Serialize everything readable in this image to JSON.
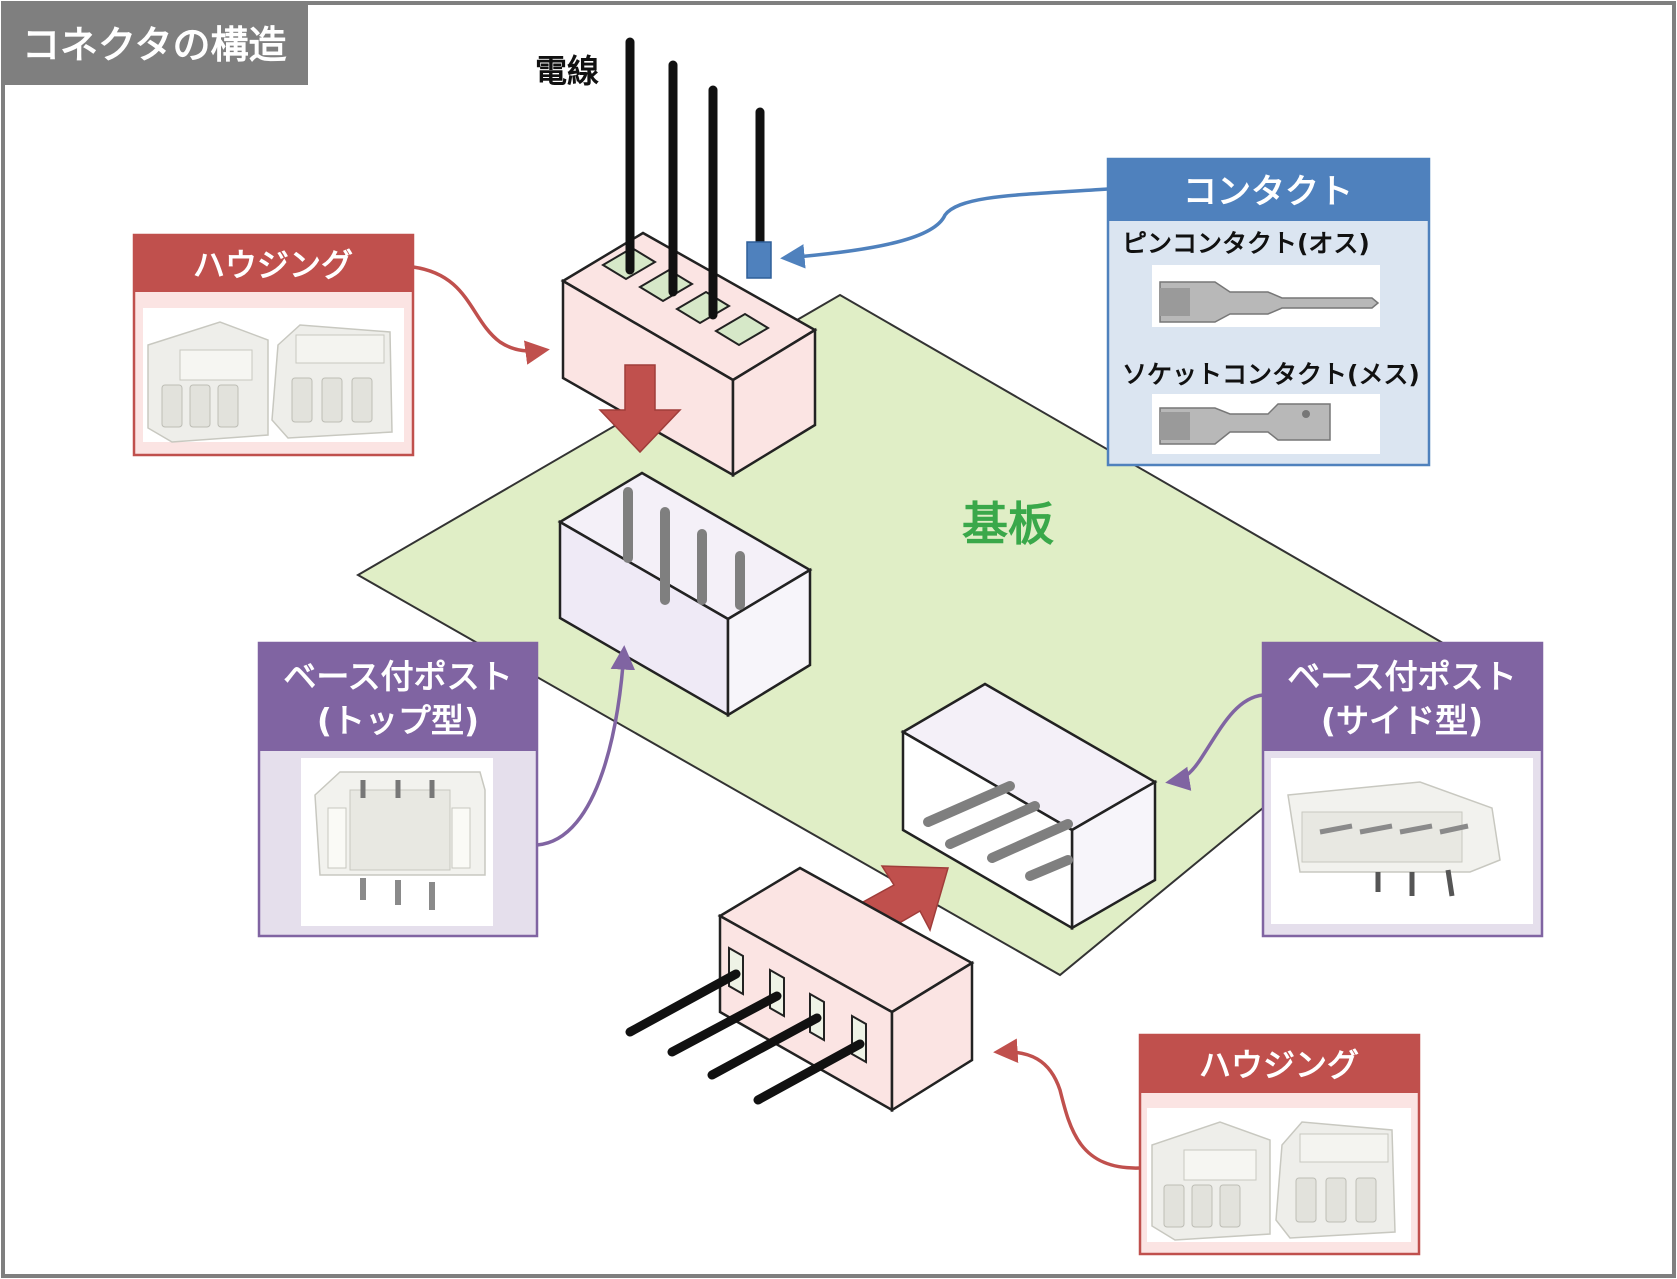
{
  "title": "コネクタの構造",
  "labels": {
    "wire": "電線",
    "board": "基板",
    "housing_top": "ハウジング",
    "housing_bottom": "ハウジング",
    "contact": {
      "header": "コンタクト",
      "pin": "ピンコンタクト(オス)",
      "socket": "ソケットコンタクト(メス)"
    },
    "post_top": {
      "line1": "ベース付ポスト",
      "line2": "(トップ型)"
    },
    "post_side": {
      "line1": "ベース付ポスト",
      "line2": "(サイド型)"
    }
  },
  "colors": {
    "title_bg": "#7f7f7f",
    "housing_red": "#c0504d",
    "housing_fill": "#fbe4e3",
    "contact_blue": "#4f81bd",
    "contact_fill": "#dbe5f1",
    "post_purple": "#8064a2",
    "post_fill": "#e5dfec",
    "board_green": "#e0eec6",
    "board_text": "#3aa84a",
    "arrow_red": "#c0504d"
  }
}
